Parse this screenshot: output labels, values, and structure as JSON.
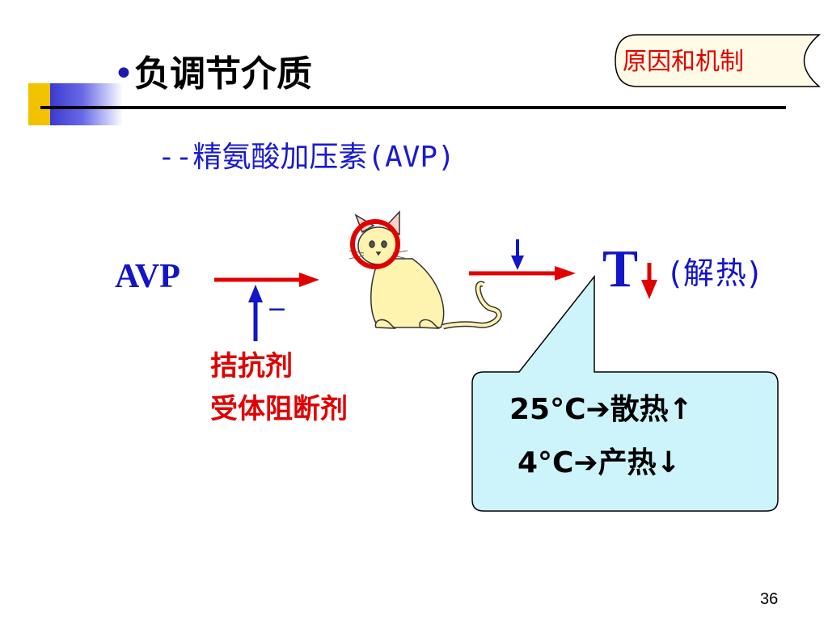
{
  "title": {
    "bullet": "•",
    "text": "负调节介质"
  },
  "badge": {
    "text": "原因和机制"
  },
  "subtitle": "--精氨酸加压素(AVP)",
  "diagram": {
    "avp_label": "AVP",
    "minus": "−",
    "antagonist": "拮抗剂",
    "blocker": "受体阻断剂",
    "t_label": "T",
    "antipyretic": "(解热)",
    "callout_line1": "25°C➔散热↑",
    "callout_line2": "4°C➔产热↓"
  },
  "page_number": "36",
  "colors": {
    "blue_text": "#1414c8",
    "red": "#e00000",
    "callout_fill": "#ccf4fa",
    "cat_fill": "#fff3b0"
  }
}
